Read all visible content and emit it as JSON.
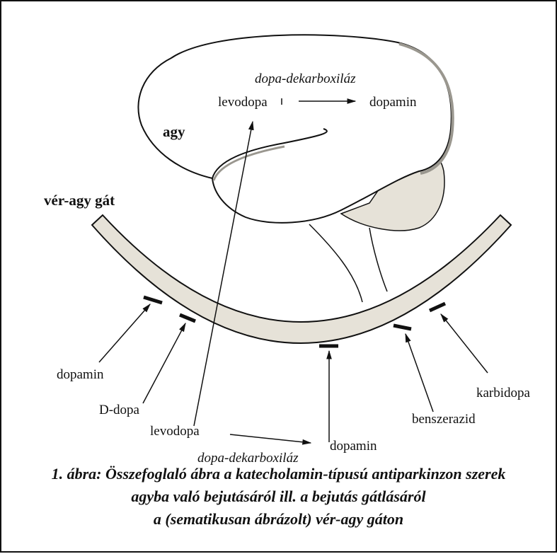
{
  "labels": {
    "brain_enzyme": "dopa-dekarboxiláz",
    "brain_levodopa": "levodopa",
    "brain_dopamin": "dopamin",
    "brain": "agy",
    "barrier": "vér-agy gát",
    "dopamin_blocked": "dopamin",
    "d_dopa": "D-dopa",
    "levodopa": "levodopa",
    "dopamin_peripheral": "dopamin",
    "enzyme_peripheral": "dopa-dekarboxiláz",
    "benszerazid": "benszerazid",
    "karbidopa": "karbidopa"
  },
  "caption": {
    "line1": "1. ábra: Összefoglaló ábra a katecholamin-típusú antiparkinzon szerek",
    "line2": "agyba való bejutásáról ill. a bejutás gátlásáról",
    "line3": "a (sematikusan ábrázolt) vér-agy gáton"
  },
  "colors": {
    "barrier_fill": "#e6e2d8",
    "brainstem_fill": "#e6e2d8",
    "stroke": "#111111",
    "background": "#ffffff"
  }
}
